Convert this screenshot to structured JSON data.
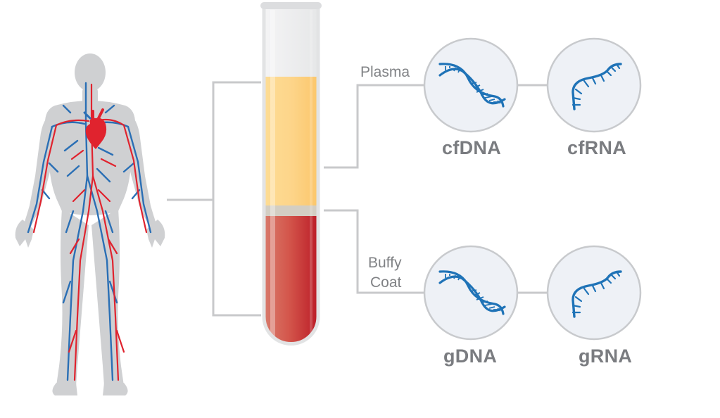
{
  "labels": {
    "plasma": "Plasma",
    "buffy_coat_line1": "Buffy",
    "buffy_coat_line2": "Coat",
    "cfdna": "cfDNA",
    "cfrna": "cfRNA",
    "gdna": "gDNA",
    "grna": "gRNA"
  },
  "icons": {
    "body": "human-circulatory-system-icon",
    "tube": "blood-test-tube-icon",
    "dna": "dna-double-helix-icon",
    "rna": "rna-single-strand-icon"
  },
  "colors": {
    "connector": "#c8c9cb",
    "body_fill": "#cfd0d2",
    "artery_red": "#e0232e",
    "vein_blue": "#2a6fb5",
    "plasma_yellow": "#fcd07a",
    "blood_red": "#c2202a",
    "circle_fill": "#eef1f6",
    "icon_blue": "#1f73b7",
    "label_gray": "#7a7c80"
  }
}
